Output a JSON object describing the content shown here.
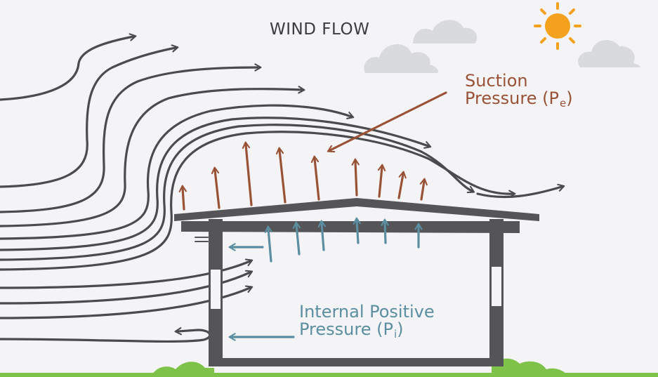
{
  "title": "WIND FLOW",
  "suction": {
    "line1": "Suction",
    "line2": "Pressure (P",
    "sub": "e",
    "close": ")"
  },
  "internal": {
    "line1": "Internal Positive",
    "line2": "Pressure (P",
    "sub": "i",
    "close": ")"
  },
  "colors": {
    "background": "#f4f4f6",
    "wind": "#4b4b4e",
    "wall": "#555558",
    "suction": "#9a5236",
    "internal": "#5a8ea0",
    "cloud": "#d9dadd",
    "sun": "#f4a11d",
    "grass": "#7fc24a"
  },
  "icons": [
    "sun-icon",
    "cloud-icon"
  ]
}
